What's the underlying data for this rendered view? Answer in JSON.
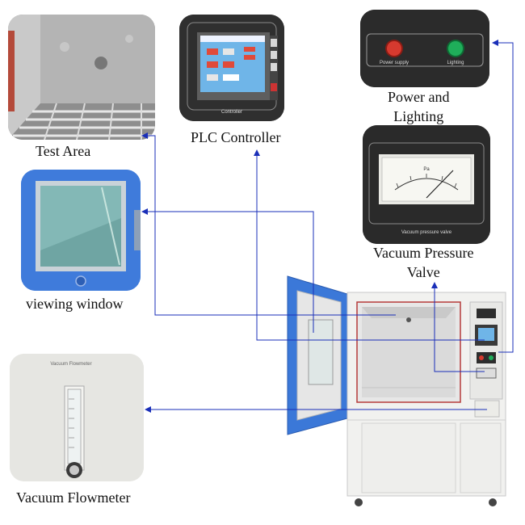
{
  "labels": {
    "test_area": "Test Area",
    "plc_controller": "PLC Controller",
    "power_lighting_line1": "Power and",
    "power_lighting_line2": "Lighting",
    "viewing_window": "viewing window",
    "vacuum_pressure_line1": "Vacuum Pressure",
    "vacuum_pressure_line2": "Valve",
    "vacuum_flowmeter": "Vacuum Flowmeter"
  },
  "panels": {
    "power_supply": "Power supply",
    "lighting": "Lighting",
    "controller": "Controller",
    "vacuum_pressure_valve": "Vacuum pressure valve",
    "vacuum_flowmeter": "Vacuum Flowmeter",
    "gauge_unit": "Pa"
  },
  "colors": {
    "connector": "#1a2fb8",
    "door_blue": "#3b78d8",
    "panel_dark": "#2f2f2f",
    "red_button": "#d63a2f",
    "green_button": "#1fae5a"
  }
}
